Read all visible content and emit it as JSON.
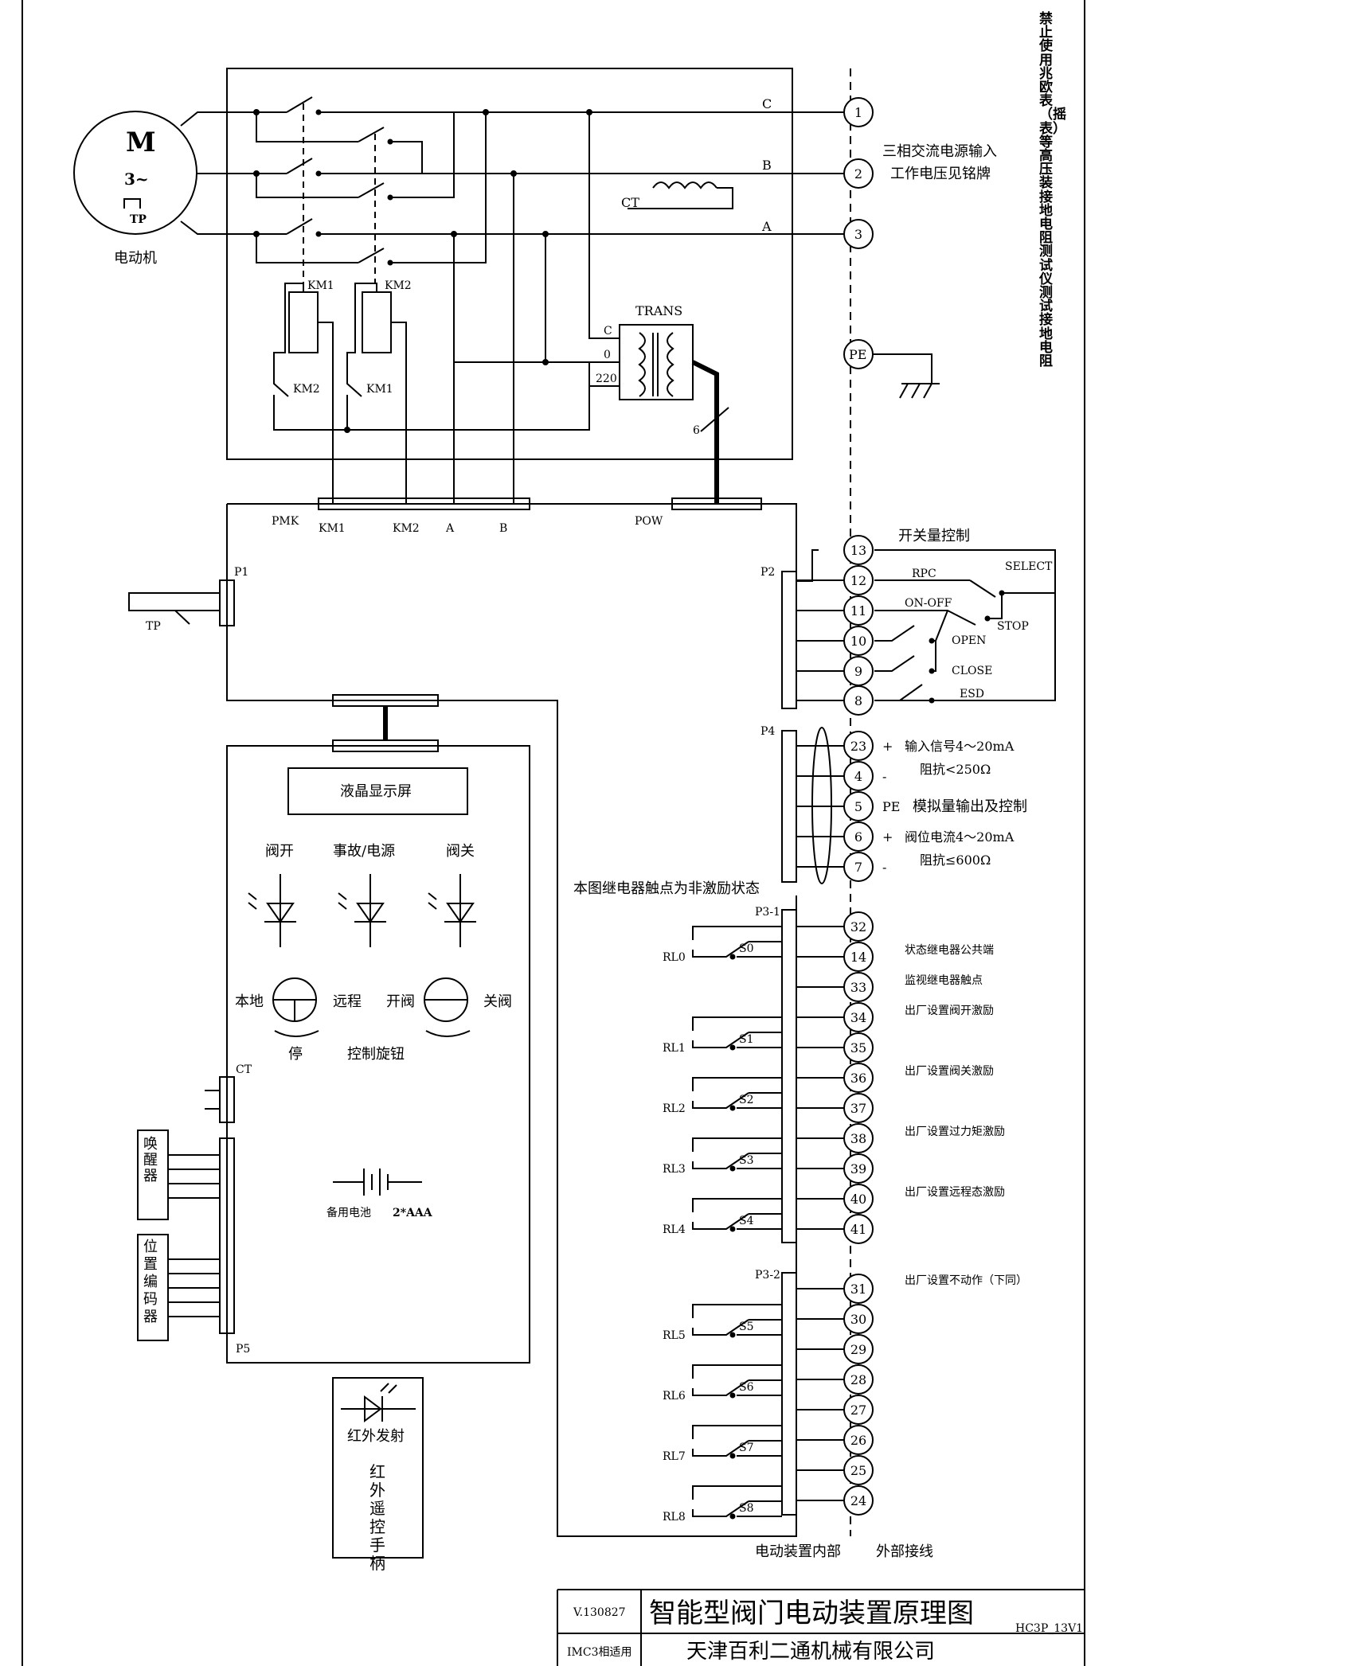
{
  "motor": {
    "symbol": "M",
    "phase": "3~",
    "tp": "TP",
    "label": "电动机"
  },
  "phases": {
    "c": "C",
    "b": "B",
    "a": "A"
  },
  "ct_label": "CT",
  "trans": {
    "title": "TRANS",
    "c": "C",
    "zero": "0",
    "v220": "220",
    "wire": "6"
  },
  "contactors": {
    "km1": "KM1",
    "km2": "KM2"
  },
  "power_input": {
    "line1": "三相交流电源输入",
    "line2": "工作电压见铭牌"
  },
  "pe": "PE",
  "vertical_note": "禁止使用兆欧表（摇表）等高压装接地电阻测试仪测试接地电阻",
  "connectors": {
    "pmk": "PMK",
    "pmk_km1": "KM1",
    "pmk_km2": "KM2",
    "pmk_a": "A",
    "pmk_b": "B",
    "pow": "POW",
    "p1": "P1",
    "p2": "P2",
    "p4": "P4",
    "p5": "P5",
    "p31": "P3-1",
    "p32": "P3-2",
    "ct": "CT",
    "tp": "TP"
  },
  "switch_ctrl": {
    "title": "开关量控制",
    "rpc": "RPC",
    "select": "SELECT",
    "onoff": "ON-OFF",
    "stop": "STOP",
    "open": "OPEN",
    "close": "CLOSE",
    "esd": "ESD"
  },
  "analog": {
    "l1": "输入信号4～20mA",
    "l2": "阻抗<250Ω",
    "l3": "模拟量输出及控制",
    "l4": "阀位电流4～20mA",
    "l5": "阻抗≤600Ω",
    "plus": "+",
    "minus": "-",
    "pe": "PE"
  },
  "relay_note": "本图继电器触点为非激励状态",
  "relay_desc": {
    "d1": "状态继电器公共端",
    "d2": "监视继电器触点",
    "d3": "出厂设置阀开激励",
    "d4": "出厂设置阀关激励",
    "d5": "出厂设置过力矩激励",
    "d6": "出厂设置远程态激励",
    "d7": "出厂设置不动作（下同）"
  },
  "relays": [
    "RL0",
    "RL1",
    "RL2",
    "RL3",
    "RL4",
    "RL5",
    "RL6",
    "RL7",
    "RL8"
  ],
  "switches": [
    "S0",
    "S1",
    "S2",
    "S3",
    "S4",
    "S5",
    "S6",
    "S7",
    "S8"
  ],
  "terminals": {
    "power": [
      "1",
      "2",
      "3"
    ],
    "p2": [
      "13",
      "12",
      "11",
      "10",
      "9",
      "8"
    ],
    "p4": [
      "23",
      "4",
      "5",
      "6",
      "7"
    ],
    "p31": [
      "32",
      "14",
      "33",
      "34",
      "35",
      "36",
      "37",
      "38",
      "39",
      "40",
      "41"
    ],
    "p32": [
      "31",
      "30",
      "29",
      "28",
      "27",
      "26",
      "25",
      "24"
    ]
  },
  "panel": {
    "lcd": "液晶显示屏",
    "open": "阀开",
    "fault": "事故/电源",
    "close": "阀关",
    "local": "本地",
    "remote": "远程",
    "open_v": "开阀",
    "close_v": "关阀",
    "stop": "停",
    "knob": "控制旋钮",
    "battery": "备用电池",
    "battery_type": "2*AAA"
  },
  "side_boxes": {
    "wake": "唤醒器",
    "encoder": "位置编码器"
  },
  "ir": {
    "emit": "红外发射",
    "remote": "红外遥控手柄"
  },
  "bottom": {
    "inside": "电动装置内部",
    "outside": "外部接线"
  },
  "title_block": {
    "version": "V.130827",
    "title": "智能型阀门电动装置原理图",
    "code": "HC3P_13V1",
    "applies": "IMC3相适用",
    "company": "天津百利二通机械有限公司"
  }
}
